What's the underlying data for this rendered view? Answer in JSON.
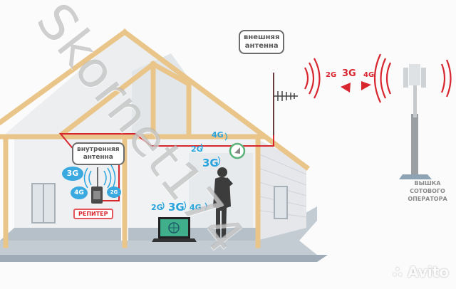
{
  "diagram": {
    "external_antenna_label_line1": "внешняя",
    "external_antenna_label_line2": "антенна",
    "internal_antenna_label_line1": "внутренняя",
    "internal_antenna_label_line2": "антенна",
    "repeater_label": "РЕПИТЕР",
    "tower_caption_line1": "ВЫШКА",
    "tower_caption_line2": "СОТОВОГО",
    "tower_caption_line3": "ОПЕРАТОРА",
    "outdoor_signals": [
      "2G",
      "3G",
      "4G"
    ],
    "indoor_repeater_clouds": [
      "3G",
      "4G",
      "2G"
    ],
    "phone_signals": [
      "4G",
      "2G",
      "3G"
    ],
    "laptop_signals": [
      "2G",
      "3G",
      "4G"
    ]
  },
  "watermark": {
    "text": "Skornet174"
  },
  "branding": {
    "avito": "Avito"
  },
  "colors": {
    "signal_red": "#d8262f",
    "signal_blue": "#2aa4dd",
    "roof_beam": "#e9c58a",
    "cable": "#d8262f",
    "floor": "#b9c3cc",
    "laptop_screen": "#3fae8a"
  }
}
